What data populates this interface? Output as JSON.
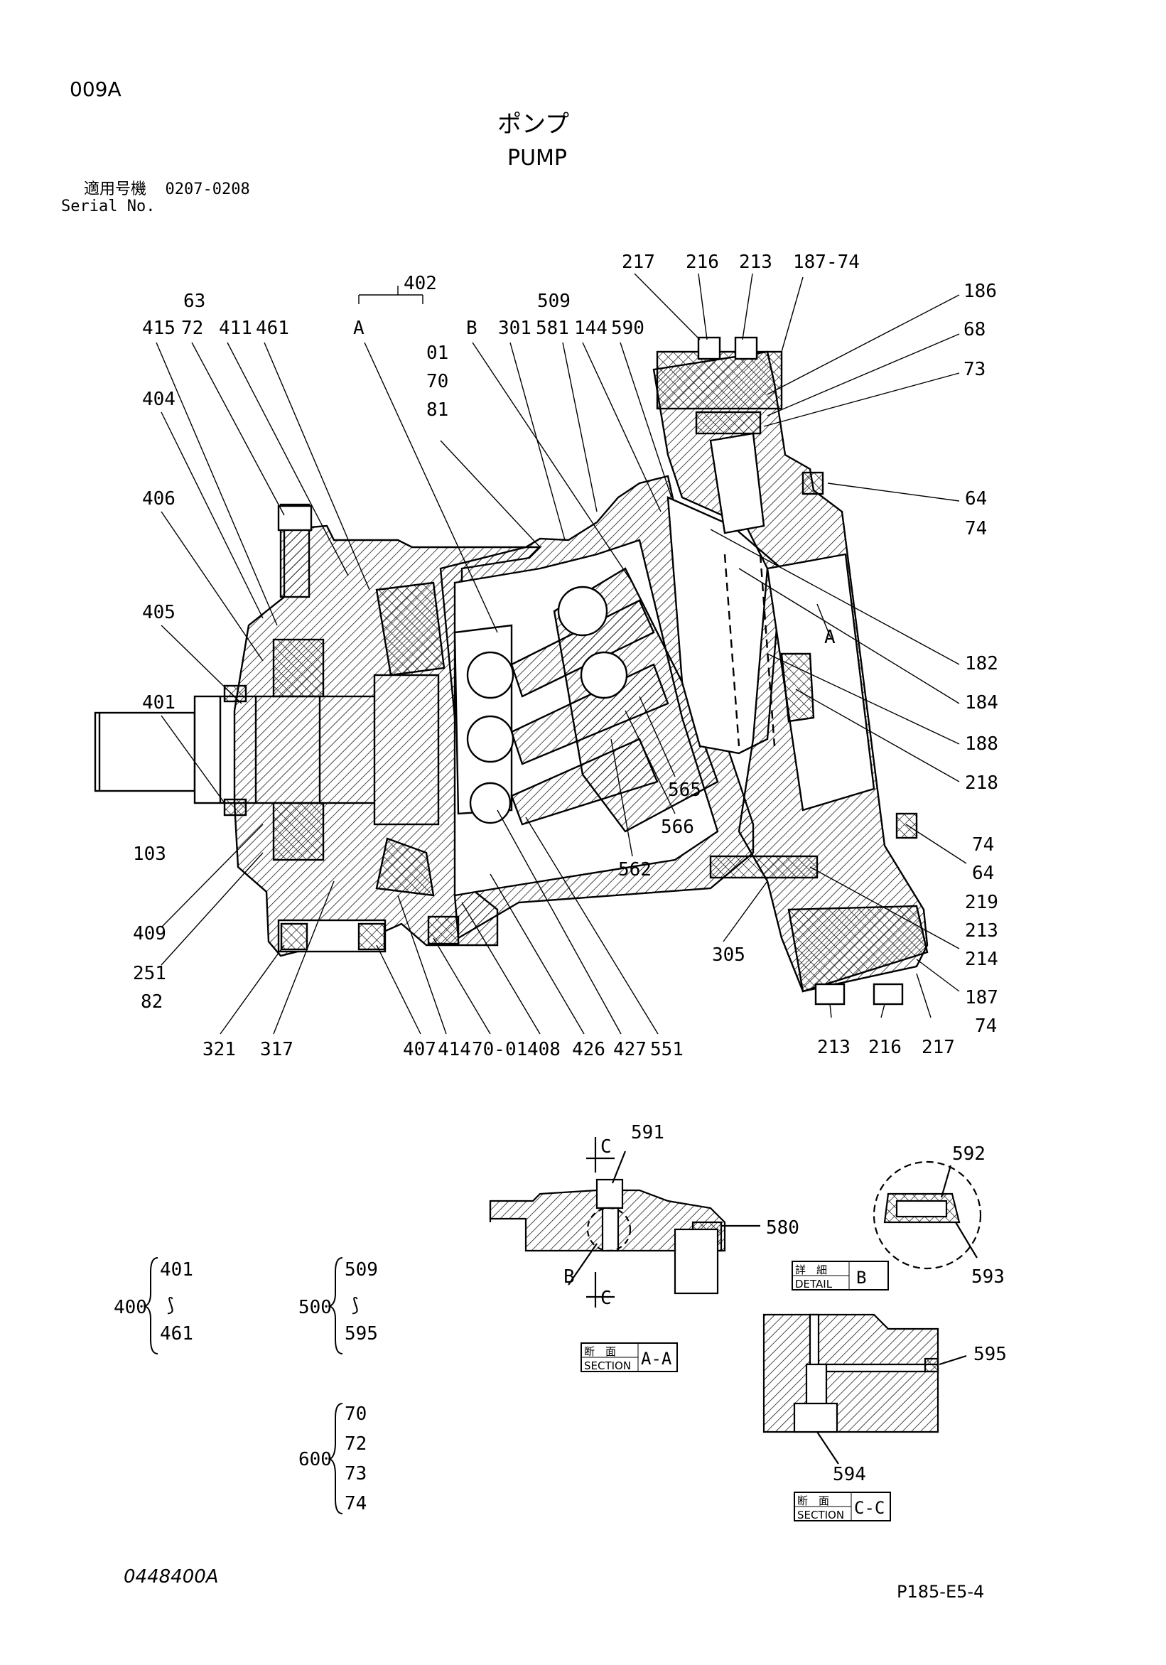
{
  "header": {
    "page_code": "009A",
    "title_jp": "ポンプ",
    "title_en": "PUMP",
    "serial_label_jp": "適用号機",
    "serial_range": "0207-0208",
    "serial_label_en": "Serial No."
  },
  "callouts": {
    "c217t": "217",
    "c216t": "216",
    "c213t": "213",
    "c187_74t": "187-74",
    "c186": "186",
    "c68": "68",
    "c73": "73",
    "c402": "402",
    "c402a": "A",
    "c402b": "B",
    "c63": "63",
    "c415": "415",
    "c72": "72",
    "c411": "411",
    "c461": "461",
    "c509": "509",
    "c301": "301",
    "c581": "581",
    "c144": "144",
    "c590": "590",
    "c01": "01",
    "c70": "70",
    "c81": "81",
    "c404": "404",
    "c406": "406",
    "c405": "405",
    "c401": "401",
    "c103": "103",
    "c409": "409",
    "c251": "251",
    "c82": "82",
    "c64a": "64",
    "c74a": "74",
    "c182": "182",
    "c184": "184",
    "c188": "188",
    "c218": "218",
    "c565": "565",
    "c566": "566",
    "c562": "562",
    "c74b": "74",
    "c64b": "64",
    "c219": "219",
    "c213r": "213",
    "c214": "214",
    "c187b": "187",
    "c74c": "74",
    "c305": "305",
    "cA": "A",
    "c321": "321",
    "c317": "317",
    "c407": "407",
    "c414": "414",
    "c70_01": "70-01",
    "c408": "408",
    "c426": "426",
    "c427": "427",
    "c551": "551",
    "c213b": "213",
    "c216b": "216",
    "c217b": "217"
  },
  "details": {
    "aa_591": "591",
    "aa_580": "580",
    "aa_C1": "C",
    "aa_C2": "C",
    "aa_B": "B",
    "aa_jp": "断　面",
    "aa_en": "SECTION",
    "aa_name": "A-A",
    "b_592": "592",
    "b_593": "593",
    "b_jp": "詳　細",
    "b_en": "DETAIL",
    "b_name": "B",
    "cc_595": "595",
    "cc_594": "594",
    "cc_jp": "断　面",
    "cc_en": "SECTION",
    "cc_name": "C-C"
  },
  "groups": [
    {
      "head": "400",
      "items": [
        "401",
        "⟆",
        "461"
      ]
    },
    {
      "head": "500",
      "items": [
        "509",
        "⟆",
        "595"
      ]
    },
    {
      "head": "600",
      "items": [
        "70",
        "72",
        "73",
        "74"
      ]
    }
  ],
  "footer": {
    "left_code": "0448400A",
    "right_code": "P185-E5-4"
  }
}
